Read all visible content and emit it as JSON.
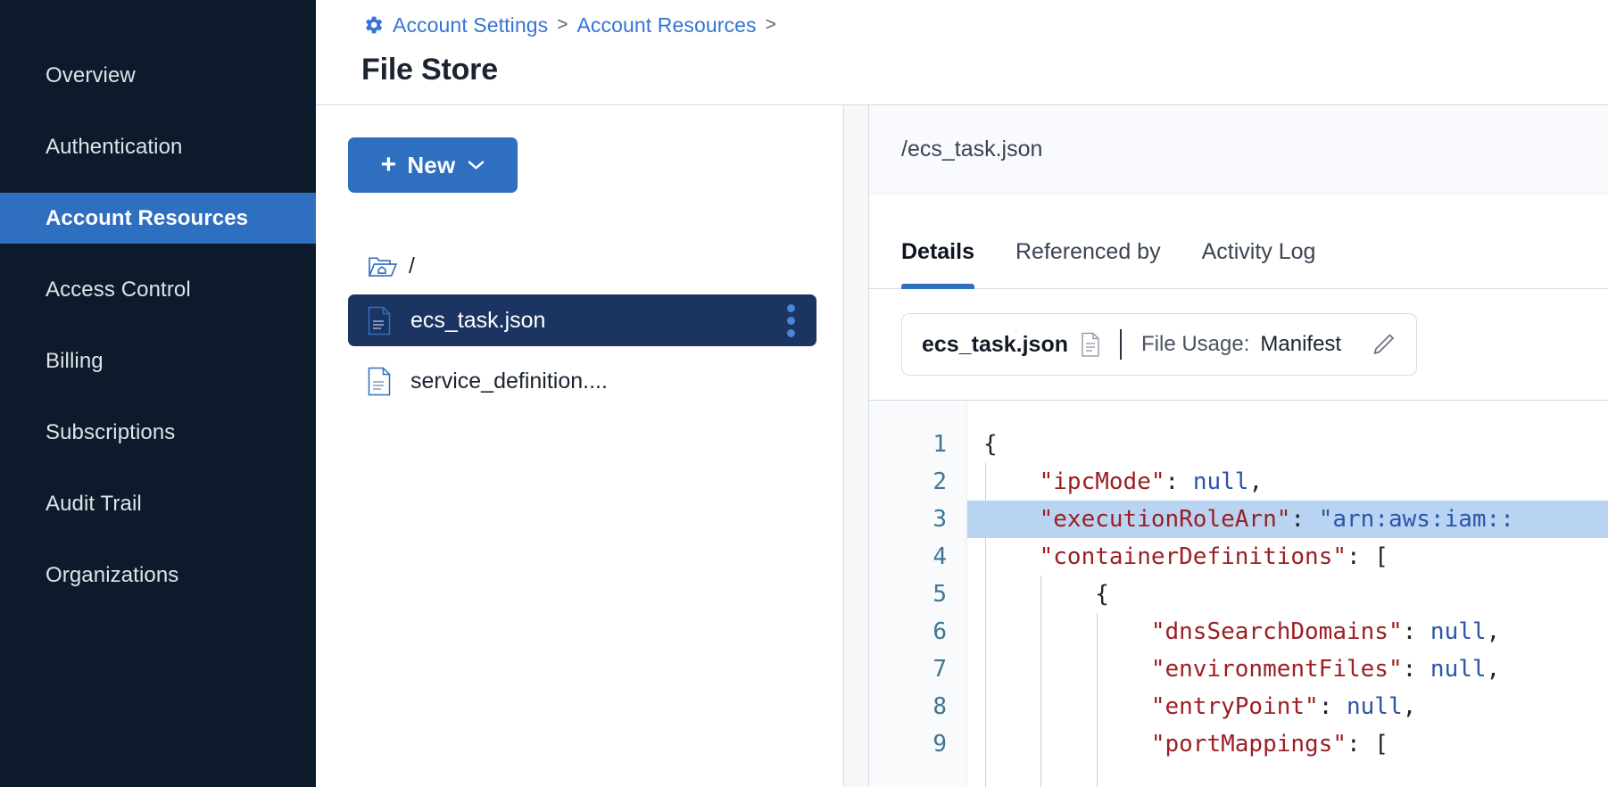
{
  "sidebar": {
    "items": [
      {
        "label": "Overview",
        "active": false
      },
      {
        "label": "Authentication",
        "active": false
      },
      {
        "label": "Account Resources",
        "active": true
      },
      {
        "label": "Access Control",
        "active": false
      },
      {
        "label": "Billing",
        "active": false
      },
      {
        "label": "Subscriptions",
        "active": false
      },
      {
        "label": "Audit Trail",
        "active": false
      },
      {
        "label": "Organizations",
        "active": false
      }
    ]
  },
  "header": {
    "breadcrumb": {
      "icon": "gear-icon",
      "items": [
        "Account Settings",
        "Account Resources"
      ],
      "separator": ">",
      "trailing_separator": ">"
    },
    "title": "File Store"
  },
  "file_panel": {
    "new_button": {
      "label": "New",
      "plus": "+",
      "chevron": "chevron-down-icon"
    },
    "tree": {
      "root_label": "/",
      "root_icon": "folder-open-home-icon",
      "files": [
        {
          "name": "ecs_task.json",
          "icon": "file-icon",
          "selected": true,
          "menu": "kebab-menu-icon"
        },
        {
          "name": "service_definition....",
          "icon": "file-icon",
          "selected": false
        }
      ]
    }
  },
  "detail_panel": {
    "path": "/ecs_task.json",
    "tabs": [
      {
        "label": "Details",
        "active": true
      },
      {
        "label": "Referenced by",
        "active": false
      },
      {
        "label": "Activity Log",
        "active": false
      }
    ],
    "usage_card": {
      "filename": "ecs_task.json",
      "file_icon": "document-icon",
      "label": "File Usage:",
      "value": "Manifest",
      "edit_icon": "pencil-icon"
    },
    "editor": {
      "line_numbers": [
        "1",
        "2",
        "3",
        "4",
        "5",
        "6",
        "7",
        "8",
        "9"
      ],
      "highlighted_line": 3,
      "lines": [
        {
          "n": 1,
          "indent": 0,
          "tokens": [
            {
              "t": "punc",
              "v": "{"
            }
          ]
        },
        {
          "n": 2,
          "indent": 1,
          "tokens": [
            {
              "t": "key",
              "v": "\"ipcMode\""
            },
            {
              "t": "punc",
              "v": ": "
            },
            {
              "t": "null",
              "v": "null"
            },
            {
              "t": "punc",
              "v": ","
            }
          ]
        },
        {
          "n": 3,
          "indent": 1,
          "tokens": [
            {
              "t": "key",
              "v": "\"executionRoleArn\""
            },
            {
              "t": "punc",
              "v": ": "
            },
            {
              "t": "str",
              "v": "\"arn:aws:iam::"
            }
          ]
        },
        {
          "n": 4,
          "indent": 1,
          "tokens": [
            {
              "t": "key",
              "v": "\"containerDefinitions\""
            },
            {
              "t": "punc",
              "v": ": ["
            }
          ]
        },
        {
          "n": 5,
          "indent": 2,
          "tokens": [
            {
              "t": "punc",
              "v": "{"
            }
          ]
        },
        {
          "n": 6,
          "indent": 3,
          "tokens": [
            {
              "t": "key",
              "v": "\"dnsSearchDomains\""
            },
            {
              "t": "punc",
              "v": ": "
            },
            {
              "t": "null",
              "v": "null"
            },
            {
              "t": "punc",
              "v": ","
            }
          ]
        },
        {
          "n": 7,
          "indent": 3,
          "tokens": [
            {
              "t": "key",
              "v": "\"environmentFiles\""
            },
            {
              "t": "punc",
              "v": ": "
            },
            {
              "t": "null",
              "v": "null"
            },
            {
              "t": "punc",
              "v": ","
            }
          ]
        },
        {
          "n": 8,
          "indent": 3,
          "tokens": [
            {
              "t": "key",
              "v": "\"entryPoint\""
            },
            {
              "t": "punc",
              "v": ": "
            },
            {
              "t": "null",
              "v": "null"
            },
            {
              "t": "punc",
              "v": ","
            }
          ]
        },
        {
          "n": 9,
          "indent": 3,
          "tokens": [
            {
              "t": "key",
              "v": "\"portMappings\""
            },
            {
              "t": "punc",
              "v": ": ["
            }
          ]
        }
      ]
    }
  },
  "colors": {
    "sidebar_bg": "#0c1a2b",
    "accent_blue": "#2f6fbf",
    "link_blue": "#3574d4",
    "selected_file_bg": "#1b3462",
    "code_key": "#9b1f23",
    "code_string": "#2b54a8",
    "highlight_line": "#b9d4f2",
    "gutter_number": "#3f7691"
  }
}
